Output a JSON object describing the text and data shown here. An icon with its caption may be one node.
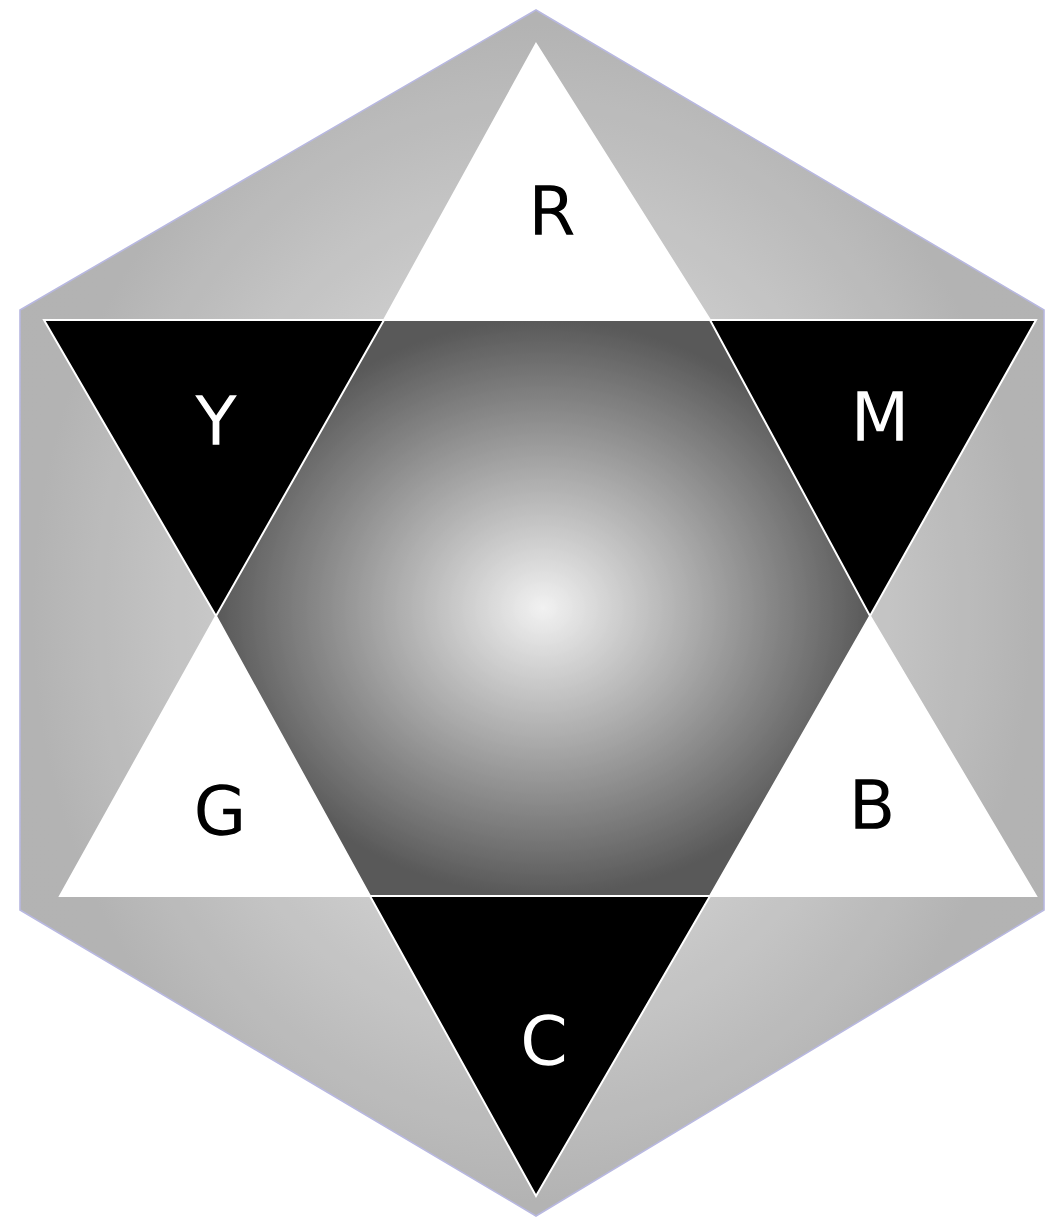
{
  "diagram": {
    "nodes": [
      {
        "text": [
          "R"
        ]
      },
      {
        "text": [
          "Y"
        ]
      },
      {
        "text": [
          "M"
        ]
      },
      {
        "text": [
          "G"
        ]
      },
      {
        "text": [
          "B"
        ]
      },
      {
        "text": [
          "C"
        ]
      }
    ]
  }
}
